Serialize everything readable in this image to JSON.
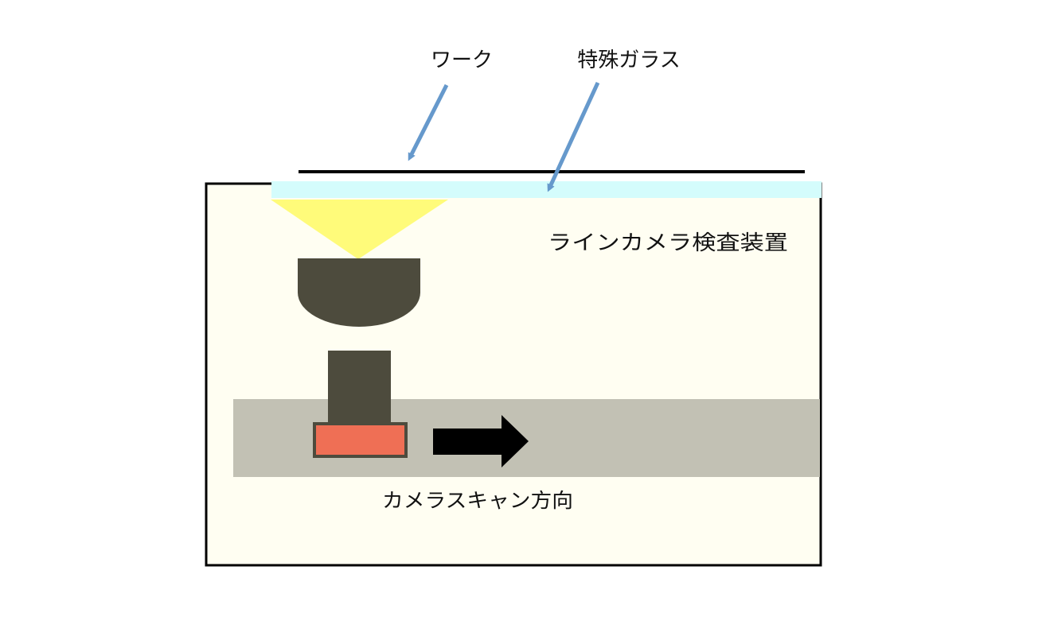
{
  "labels": {
    "work": "ワーク",
    "special_glass": "特殊ガラス",
    "device": "ラインカメラ検査装置",
    "scan_direction": "カメラスキャン方向"
  },
  "colors": {
    "housing_fill": "#fffef2",
    "glass": "#d4fcfc",
    "light": "#fffb7a",
    "camera": "#4d4b3d",
    "rail": "#c2c1b4",
    "sensor": "#ef6f55",
    "pointer": "#6699cc"
  }
}
